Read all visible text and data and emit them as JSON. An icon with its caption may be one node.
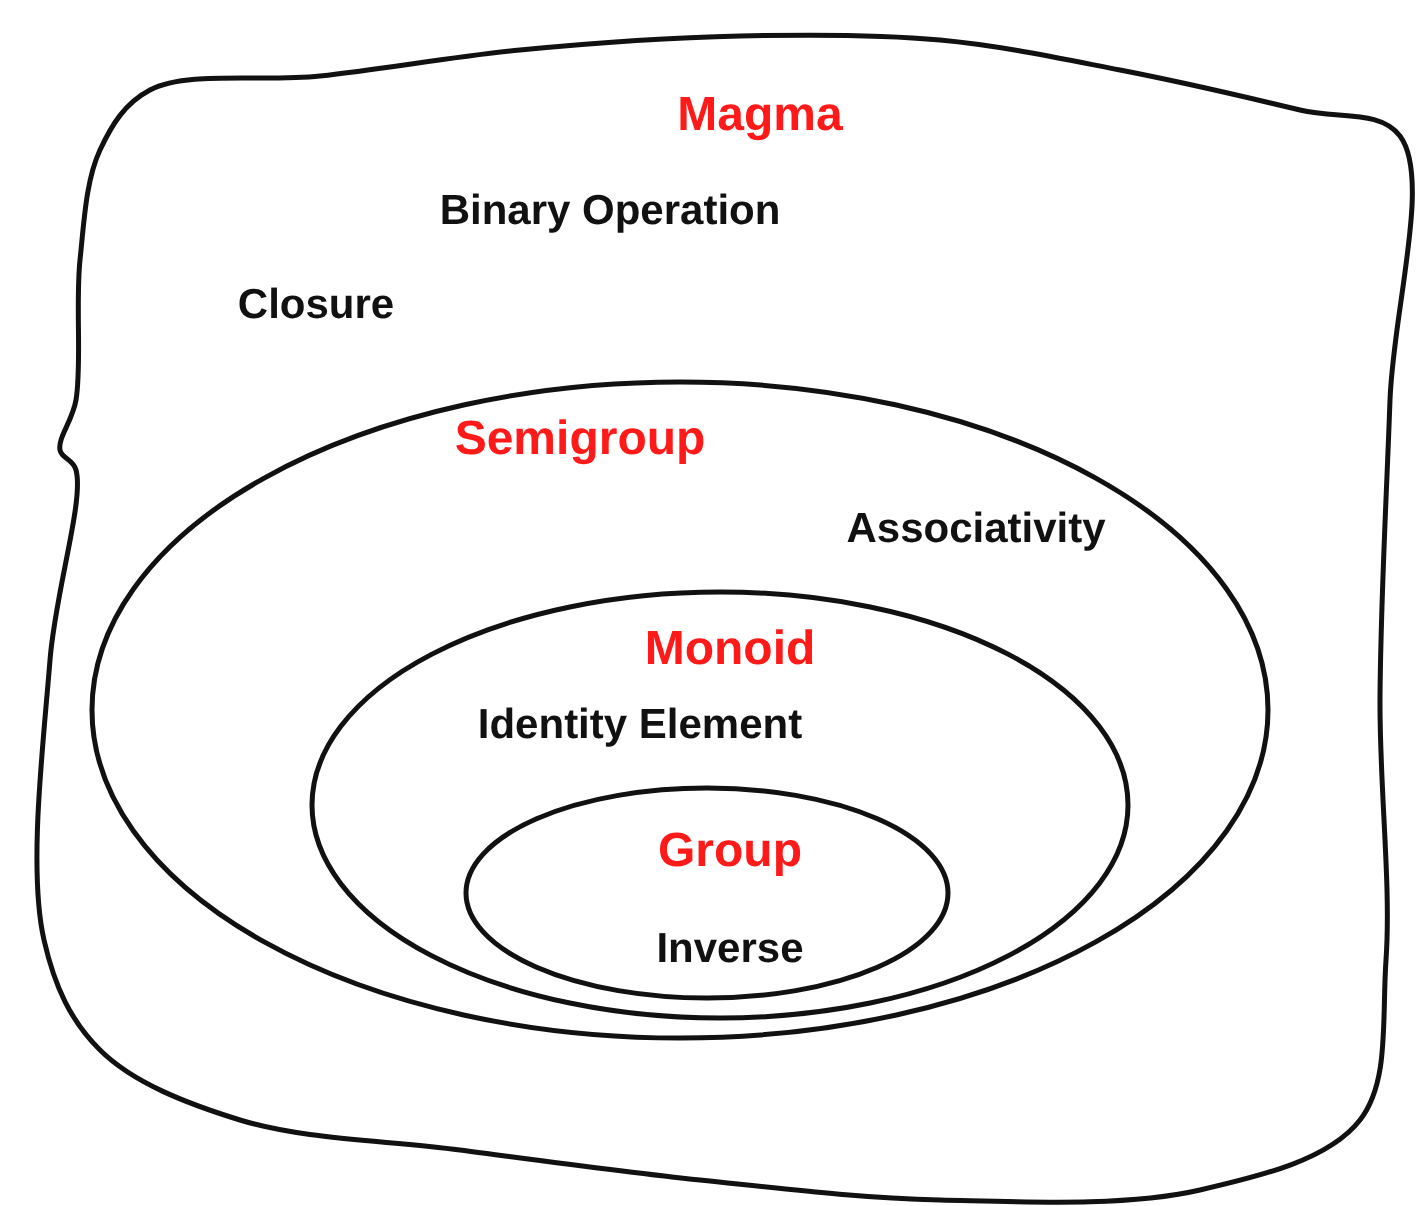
{
  "diagram": {
    "nodes": [
      {
        "text": [
          "Magma",
          "Binary Operation",
          "Closure"
        ]
      },
      {
        "text": [
          "Semigroup",
          "Associativity"
        ],
        "in": 0
      },
      {
        "text": [
          "Monoid",
          "Identity Element"
        ],
        "in": 1
      },
      {
        "text": [
          "Group",
          "Inverse"
        ],
        "in": 2
      }
    ]
  }
}
